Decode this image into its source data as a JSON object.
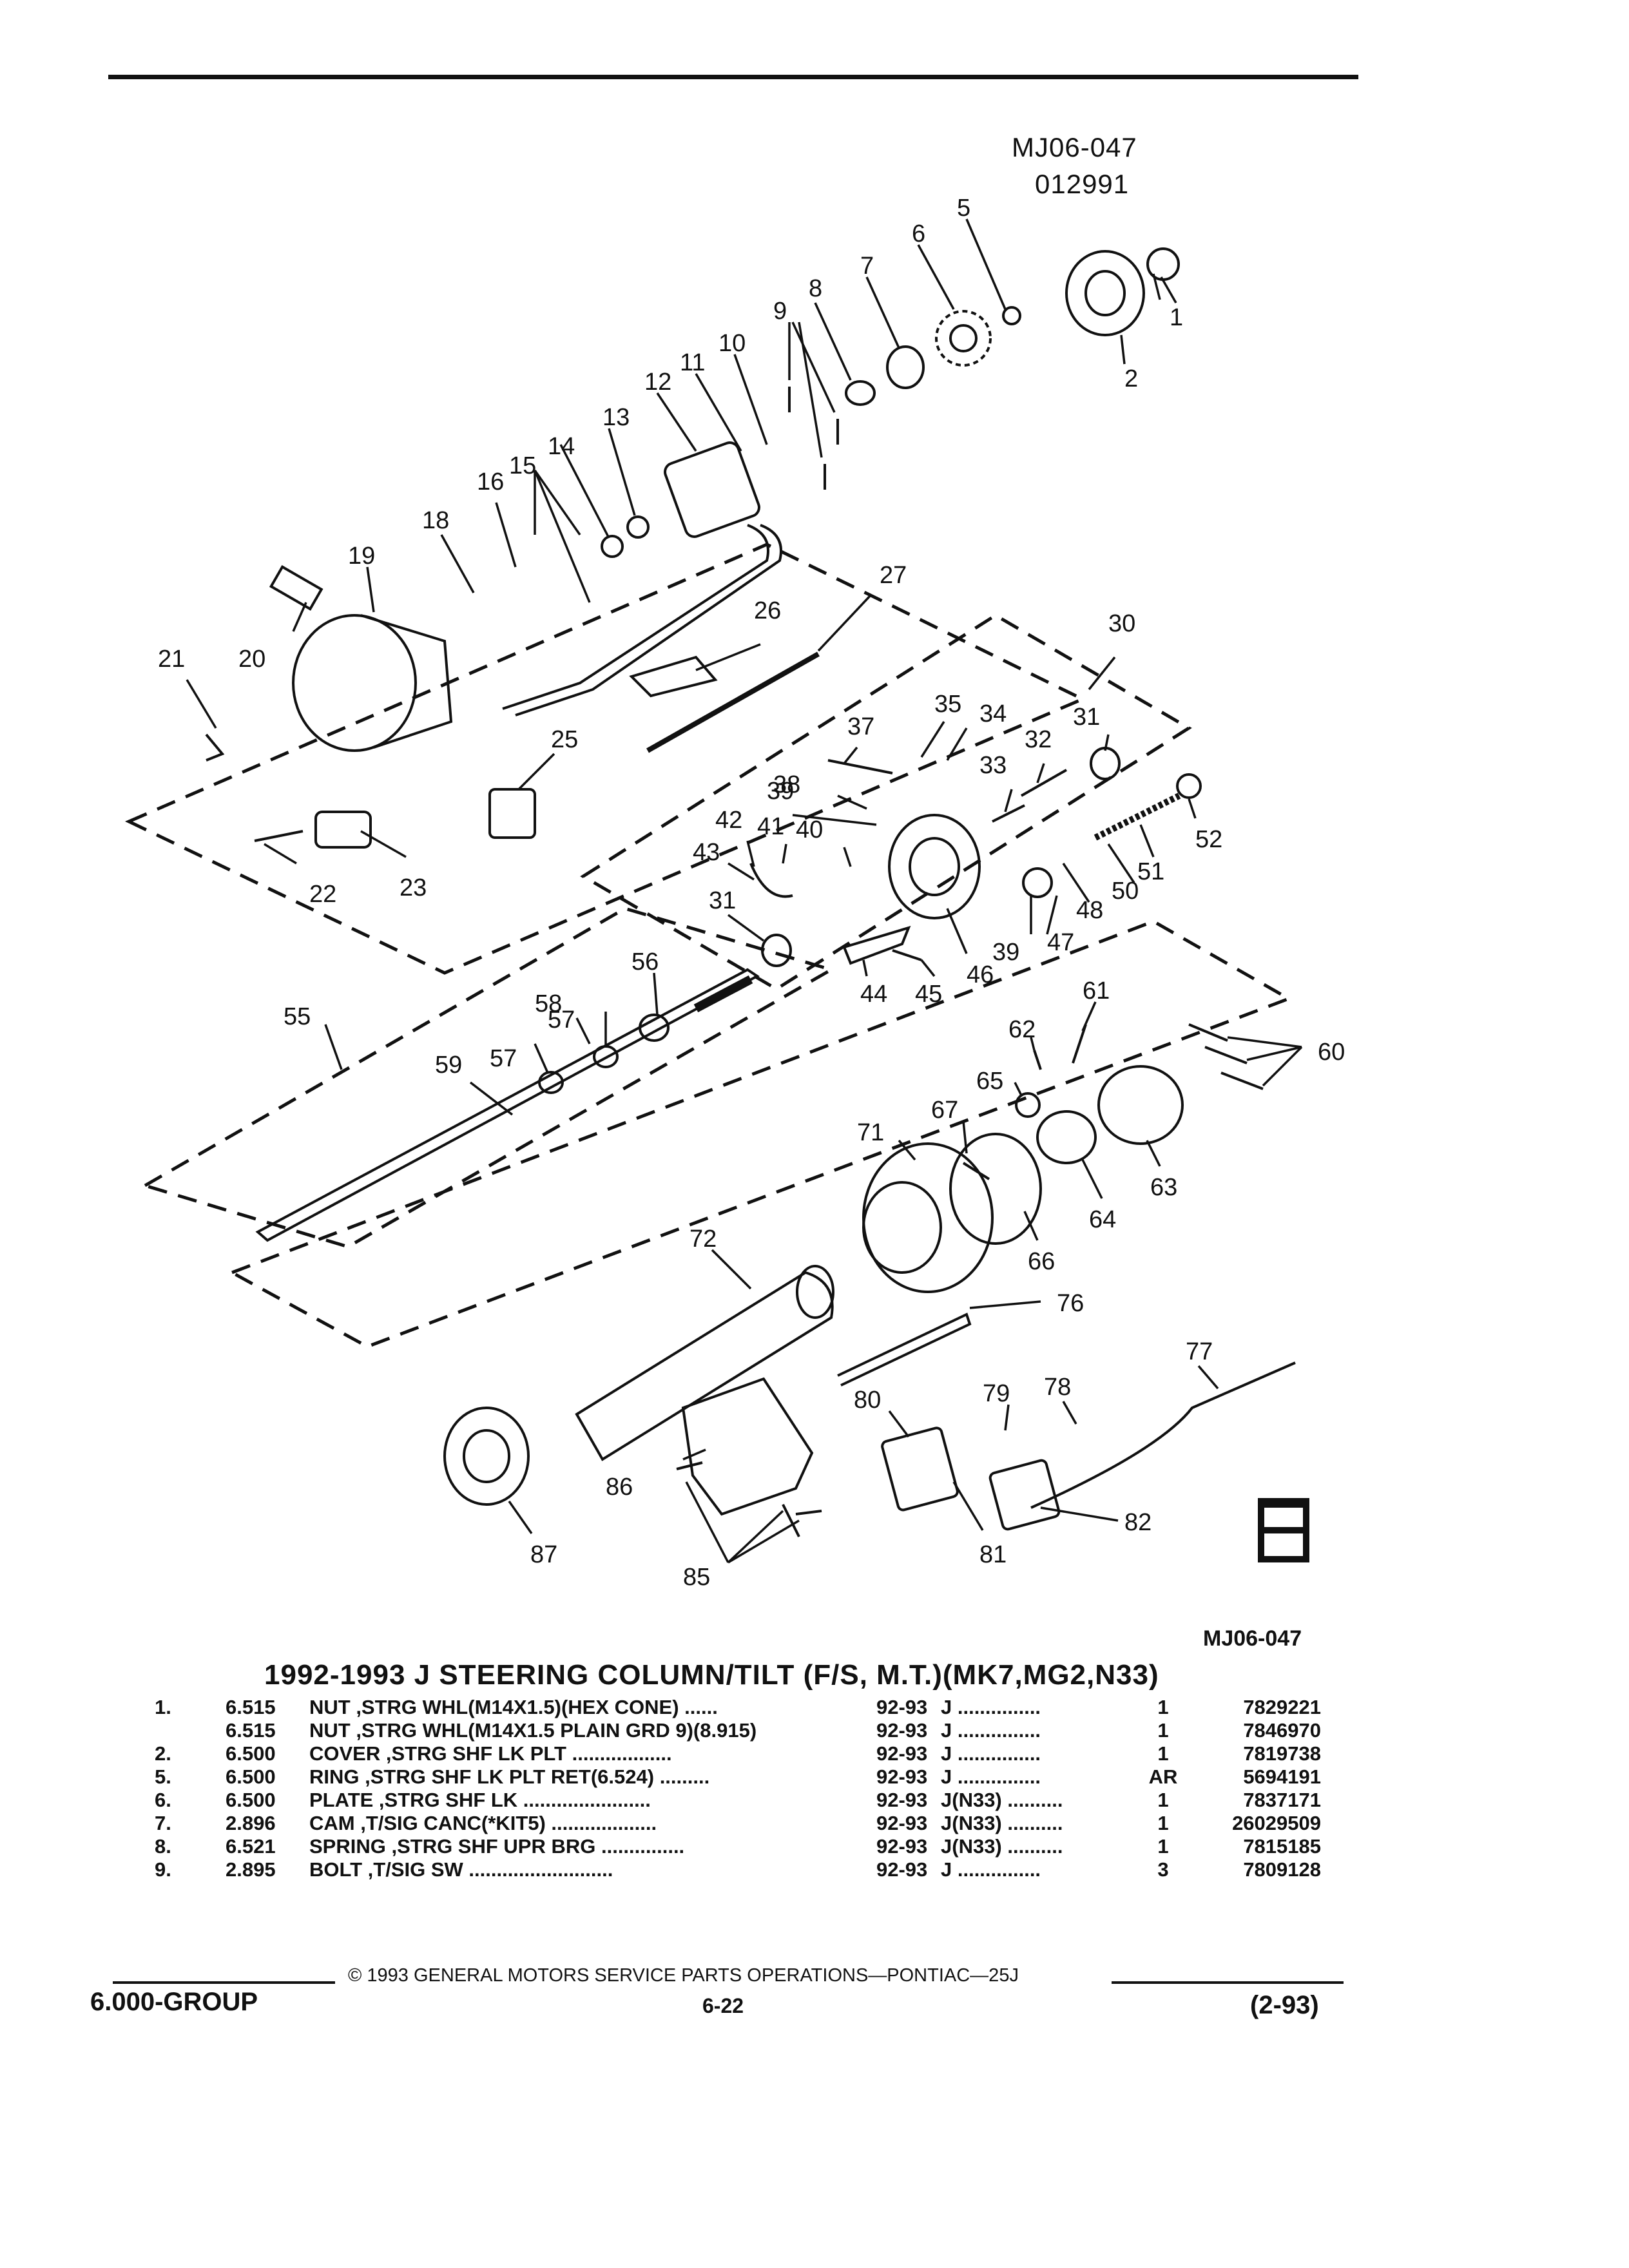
{
  "header": {
    "code": "MJ06-047",
    "number": "012991"
  },
  "diagram_code": "MJ06-047",
  "callouts": [
    "1",
    "2",
    "5",
    "6",
    "7",
    "8",
    "9",
    "10",
    "11",
    "12",
    "13",
    "14",
    "15",
    "16",
    "18",
    "19",
    "20",
    "21",
    "22",
    "23",
    "25",
    "26",
    "27",
    "30",
    "31",
    "32",
    "33",
    "34",
    "35",
    "37",
    "38",
    "39",
    "40",
    "41",
    "42",
    "43",
    "44",
    "45",
    "46",
    "47",
    "48",
    "50",
    "51",
    "52",
    "55",
    "56",
    "57",
    "58",
    "59",
    "60",
    "61",
    "62",
    "63",
    "64",
    "65",
    "66",
    "67",
    "71",
    "72",
    "76",
    "77",
    "78",
    "79",
    "80",
    "81",
    "82",
    "85",
    "86",
    "87"
  ],
  "table": {
    "title": "1992-1993 J STEERING COLUMN/TILT (F/S, M.T.)(MK7,MG2,N33)",
    "rows": [
      {
        "no": "1.",
        "group": "6.515",
        "desc": "NUT ,STRG WHL(M14X1.5)(HEX CONE) ......",
        "years": "92-93",
        "models": "J ...............",
        "qty": "1",
        "part": "7829221"
      },
      {
        "no": "",
        "group": "6.515",
        "desc": "NUT ,STRG WHL(M14X1.5 PLAIN GRD 9)(8.915)",
        "years": "92-93",
        "models": "J ...............",
        "qty": "1",
        "part": "7846970"
      },
      {
        "no": "2.",
        "group": "6.500",
        "desc": "COVER ,STRG SHF LK PLT ..................",
        "years": "92-93",
        "models": "J ...............",
        "qty": "1",
        "part": "7819738"
      },
      {
        "no": "5.",
        "group": "6.500",
        "desc": "RING ,STRG SHF LK PLT RET(6.524) .........",
        "years": "92-93",
        "models": "J ...............",
        "qty": "AR",
        "part": "5694191"
      },
      {
        "no": "6.",
        "group": "6.500",
        "desc": "PLATE ,STRG SHF LK .......................",
        "years": "92-93",
        "models": "J(N33) ..........",
        "qty": "1",
        "part": "7837171"
      },
      {
        "no": "7.",
        "group": "2.896",
        "desc": "CAM ,T/SIG CANC(*KIT5) ...................",
        "years": "92-93",
        "models": "J(N33) ..........",
        "qty": "1",
        "part": "26029509"
      },
      {
        "no": "8.",
        "group": "6.521",
        "desc": "SPRING ,STRG SHF UPR BRG ...............",
        "years": "92-93",
        "models": "J(N33) ..........",
        "qty": "1",
        "part": "7815185"
      },
      {
        "no": "9.",
        "group": "2.895",
        "desc": "BOLT ,T/SIG SW ..........................",
        "years": "92-93",
        "models": "J ...............",
        "qty": "3",
        "part": "7809128"
      }
    ]
  },
  "footer": {
    "copyright": "© 1993 GENERAL MOTORS SERVICE PARTS OPERATIONS—PONTIAC—25J",
    "group": "6.000-GROUP",
    "page": "6-22",
    "date": "(2-93)"
  }
}
